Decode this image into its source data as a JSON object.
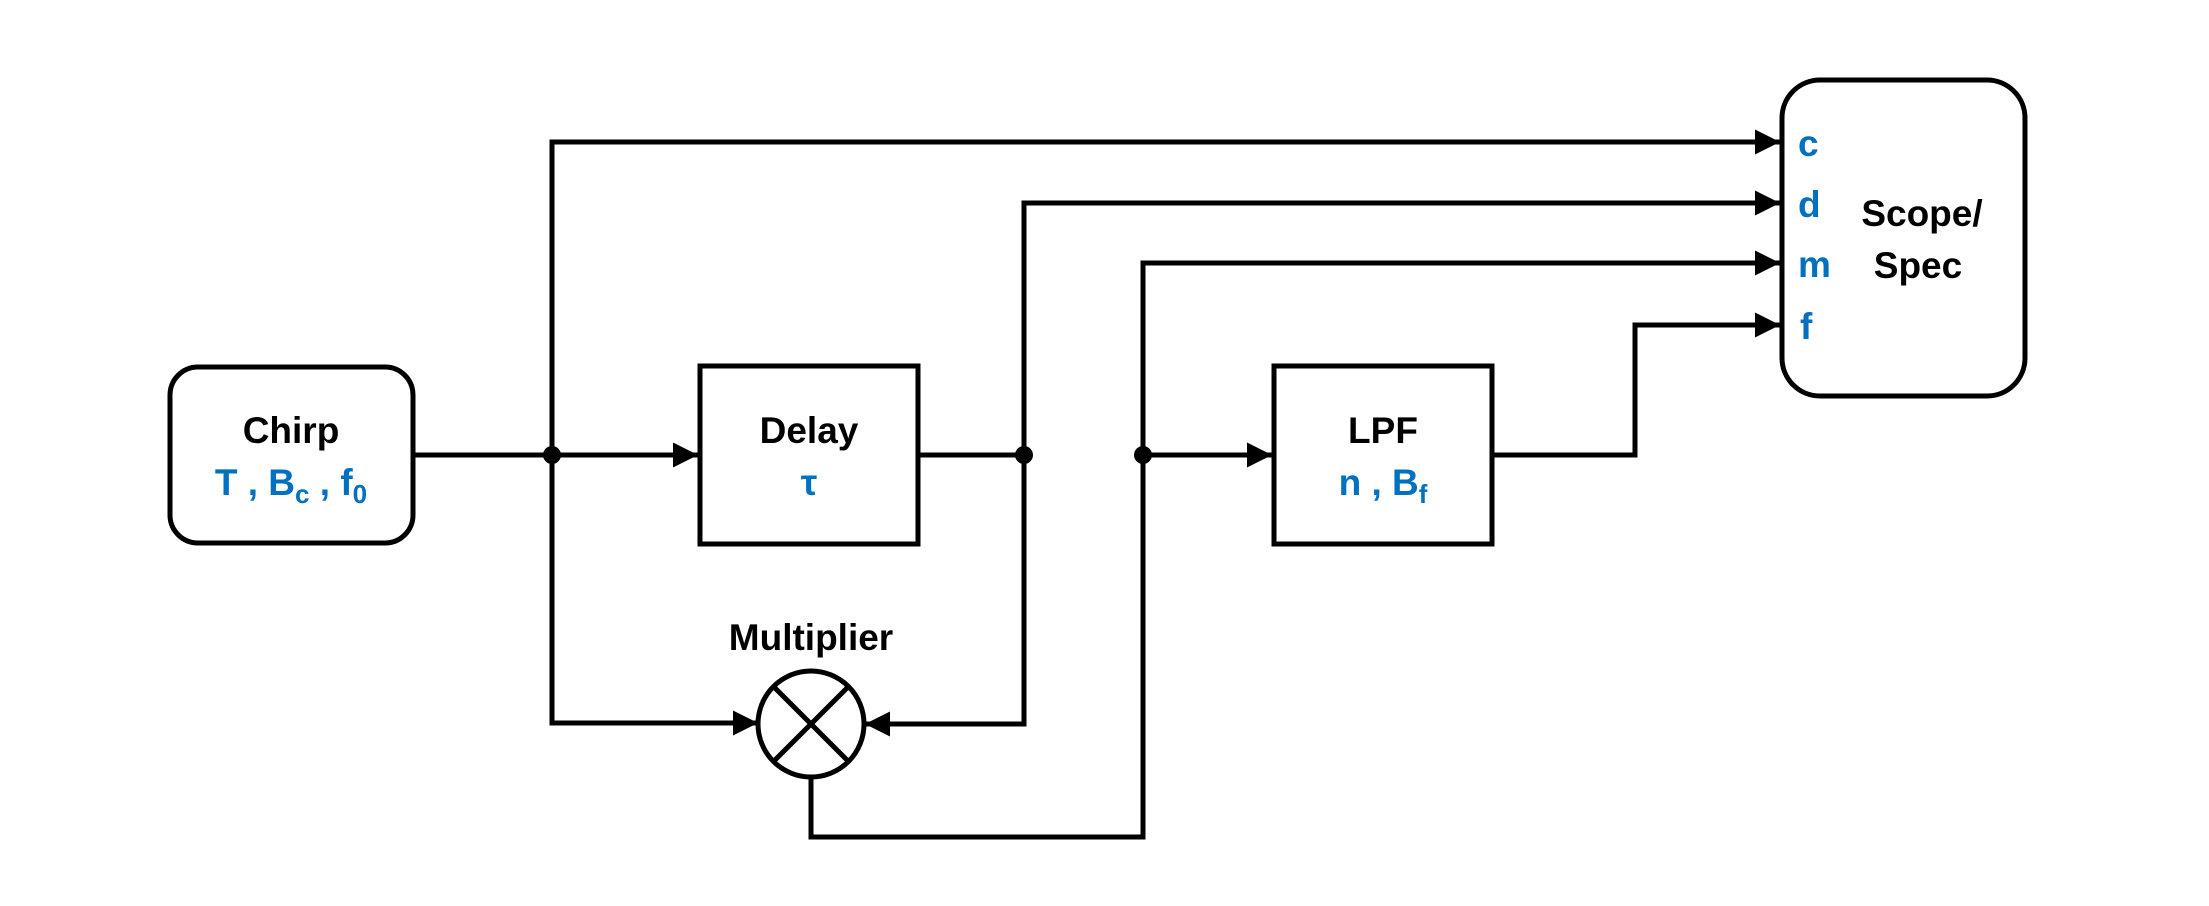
{
  "blocks": {
    "chirp": {
      "title": "Chirp",
      "params": {
        "T": "T",
        "sep1": " , ",
        "B": "B",
        "B_sub": "c",
        "sep2": " , ",
        "f": "f",
        "f_sub": "0"
      }
    },
    "delay": {
      "title": "Delay",
      "param": "τ"
    },
    "lpf": {
      "title": "LPF",
      "params": {
        "n": "n",
        "sep": " , ",
        "B": "B",
        "B_sub": "f"
      }
    },
    "multiplier": {
      "title": "Multiplier"
    },
    "scope": {
      "title_line1": "Scope/",
      "title_line2": "Spec",
      "ports": [
        "c",
        "d",
        "m",
        "f"
      ]
    }
  },
  "colors": {
    "line": "#000000",
    "param_text": "#0070C0",
    "title_text": "#000000"
  },
  "icons": {
    "multiplier_symbol": "circle-cross-icon",
    "junction": "junction-dot",
    "arrow": "arrowhead"
  }
}
